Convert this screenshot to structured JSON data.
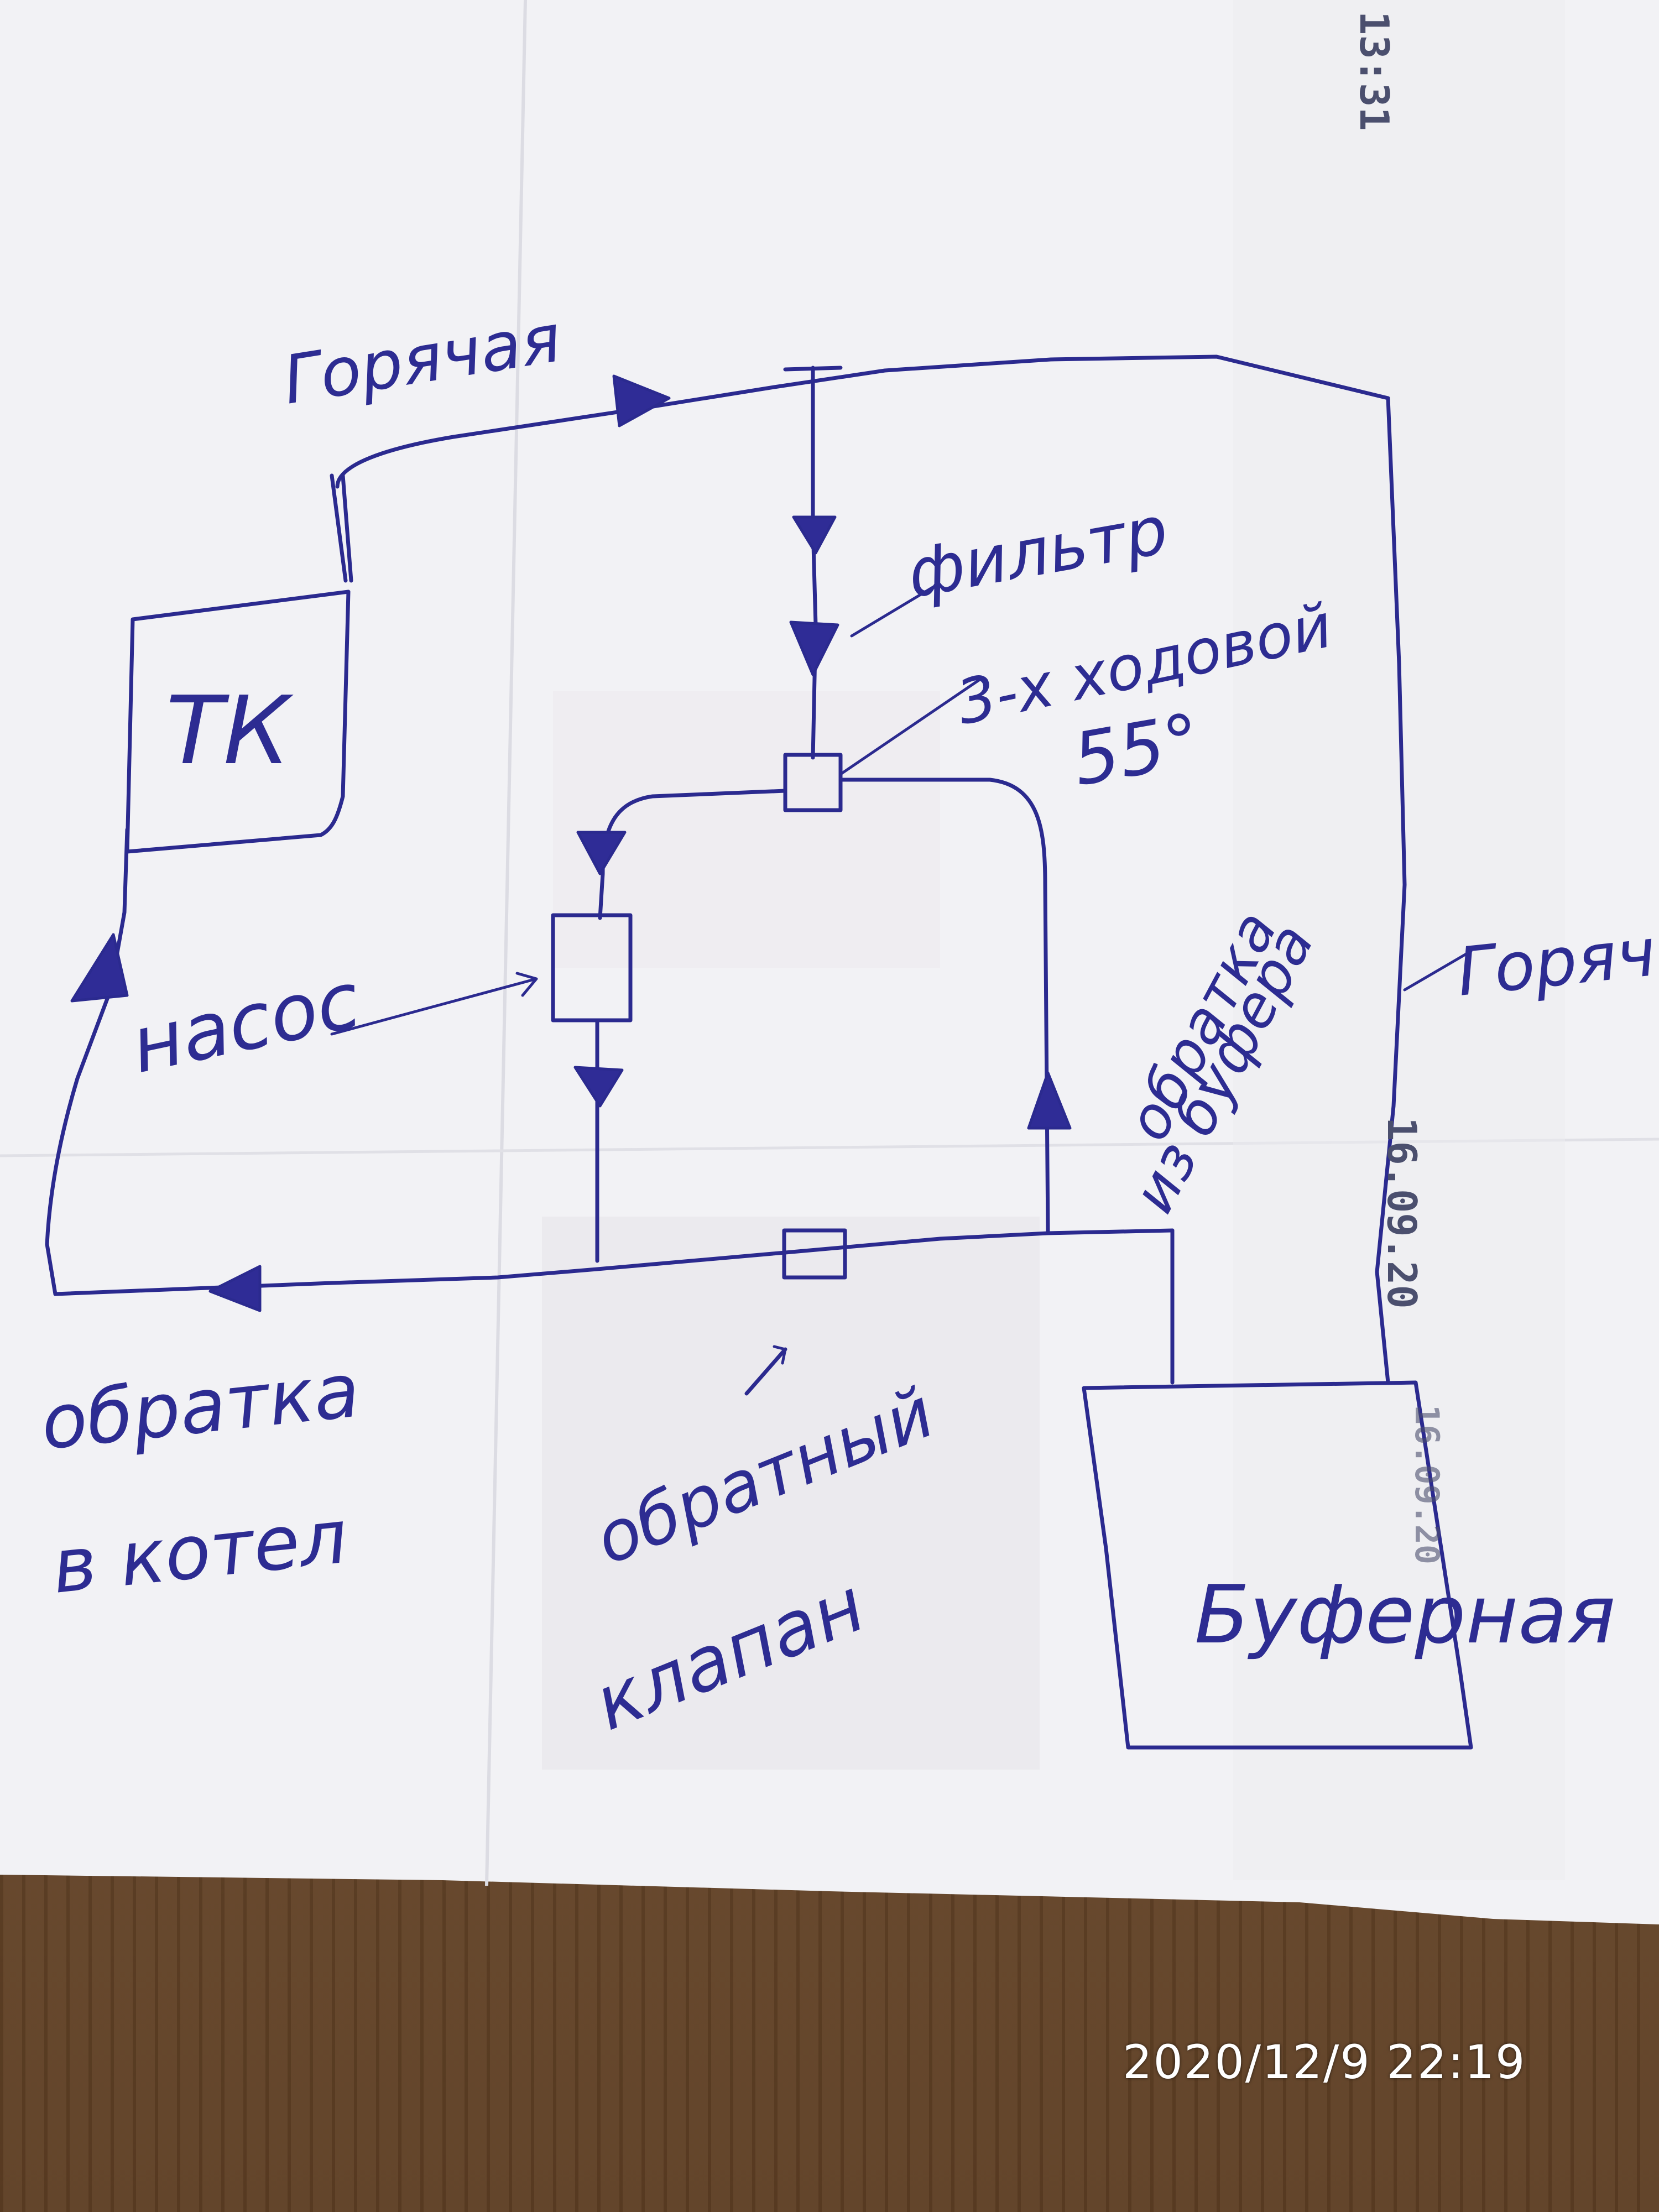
{
  "diagram": {
    "labels": {
      "hot_top": "Горячая",
      "filter": "фильтр",
      "three_way_1": "3-х ходовой",
      "three_way_2": "55°",
      "tk": "ТК",
      "pump": "насос",
      "return_from_buffer_1": "обратка",
      "return_from_buffer_2": "из буфера",
      "hot_right": "Горяча",
      "return_to_boiler_1": "обратка",
      "return_to_boiler_2": "в котел",
      "check_valve_1": "обратный",
      "check_valve_2": "клапан",
      "buffer": "Буферная"
    },
    "printed_stamps": {
      "time_top": "13:31",
      "date_right_1": "16.09.20",
      "date_right_2": "16.09.20"
    }
  },
  "photo_timestamp": "2020/12/9  22:19",
  "colors": {
    "ink": "#2b2a8f",
    "paper": "#f3f3f6",
    "wood": "#6b4a2e"
  }
}
